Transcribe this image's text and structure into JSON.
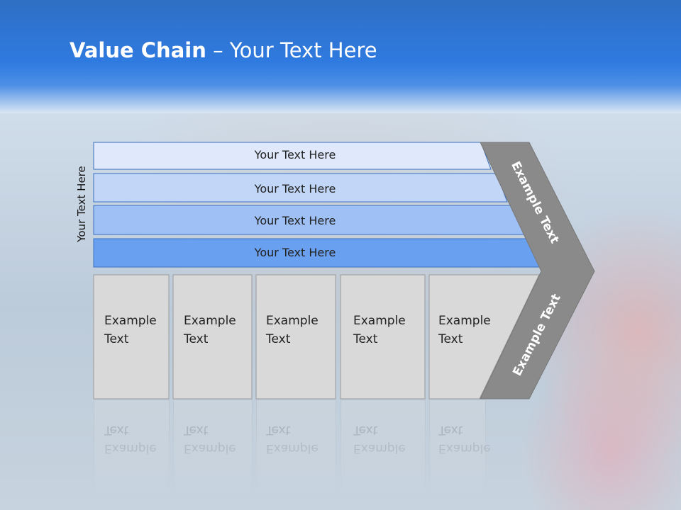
{
  "title": {
    "bold": "Value Chain",
    "rest": " – Your Text Here"
  },
  "side_label": "Your Text Here",
  "bars": [
    {
      "label": "Your Text Here",
      "color": "#dfe9fb"
    },
    {
      "label": "Your Text Here",
      "color": "#c2d7f7"
    },
    {
      "label": "Your Text Here",
      "color": "#9fc0f4"
    },
    {
      "label": "Your Text Here",
      "color": "#6aa0f0"
    }
  ],
  "boxes": [
    {
      "line1": "Example",
      "line2": "Text"
    },
    {
      "line1": "Example",
      "line2": "Text"
    },
    {
      "line1": "Example",
      "line2": "Text"
    },
    {
      "line1": "Example",
      "line2": "Text"
    },
    {
      "line1": "Example",
      "line2": "Text"
    }
  ],
  "chevron": {
    "upper_label": "Example Text",
    "lower_label": "Example Text",
    "color": "#8a8a8a"
  }
}
